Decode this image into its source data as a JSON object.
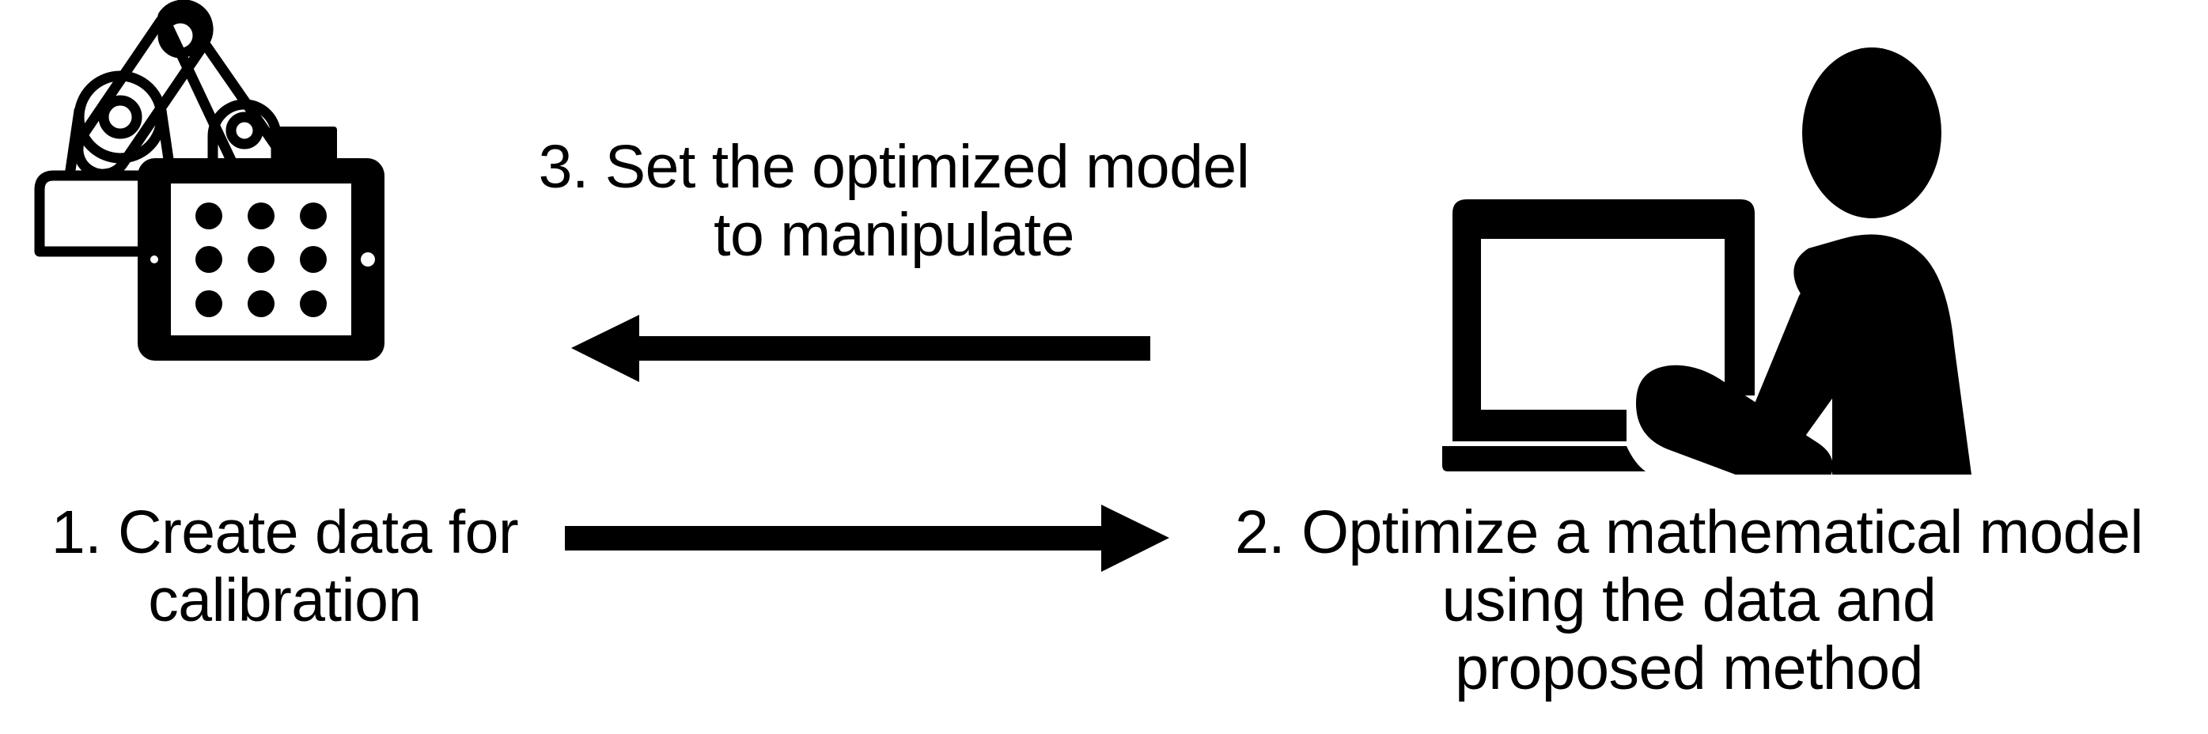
{
  "figure": {
    "type": "process-loop-diagram",
    "background_color": "#ffffff",
    "ink_color": "#000000"
  },
  "steps": [
    {
      "id": "step1",
      "number": "1.",
      "text": "1. Create data for\ncalibration",
      "lines": [
        "1. Create data for",
        "calibration"
      ],
      "position": "bottom-left"
    },
    {
      "id": "step2",
      "number": "2.",
      "text": "2. Optimize a mathematical model\nusing the data and\nproposed method",
      "lines": [
        "2. Optimize a mathematical model",
        "using the data and",
        "proposed method"
      ],
      "position": "bottom-right"
    },
    {
      "id": "step3",
      "number": "3.",
      "text": "3. Set the optimized model\nto manipulate",
      "lines": [
        "3. Set the optimized model",
        "to manipulate"
      ],
      "position": "top-center"
    }
  ],
  "arrows": [
    {
      "id": "arrow-left",
      "direction": "left",
      "from": "step2-side",
      "to": "step1-side",
      "label_ref": "step3"
    },
    {
      "id": "arrow-right",
      "direction": "right",
      "from": "step1-side",
      "to": "step2-side",
      "label_ref": "step1"
    }
  ],
  "icons": [
    {
      "id": "robot-arm",
      "name": "robot-arm-with-calibration-board-icon",
      "description": "Industrial robot arm with pointed end-effector above a tablet showing a 3x3 dot calibration grid",
      "grid_rows": 3,
      "grid_cols": 3,
      "position": "top-left"
    },
    {
      "id": "person-laptop",
      "name": "person-at-laptop-icon",
      "description": "Silhouette of a person working at a laptop computer",
      "position": "top-right"
    }
  ]
}
